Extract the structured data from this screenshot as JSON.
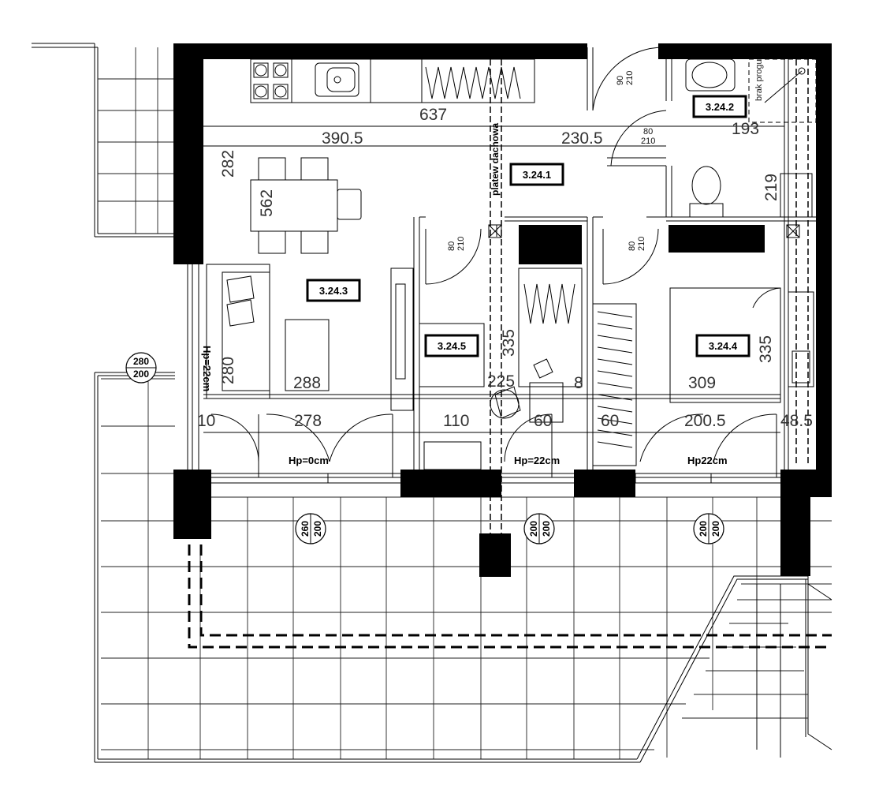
{
  "rooms": {
    "r1": "3.24.1",
    "r2": "3.24.2",
    "r3": "3.24.3",
    "r4": "3.24.4",
    "r5": "3.24.5"
  },
  "dims": {
    "d637": "637",
    "d390": "390.5",
    "d230": "230.5",
    "d193": "193",
    "d282": "282",
    "d562": "562",
    "d219": "219",
    "d280": "280",
    "d288": "288",
    "d335a": "335",
    "d335b": "335",
    "d309": "309",
    "d10": "10",
    "d278": "278",
    "d110": "110",
    "d225": "225",
    "d60a": "60",
    "d8": "8",
    "d60b": "60",
    "d200": "200.5",
    "d48": "48.5"
  },
  "doors": {
    "top_w": "90",
    "top_h": "210",
    "bath_w": "80",
    "bath_h": "210",
    "r5_w": "80",
    "r5_h": "210",
    "r4_w": "80",
    "r4_h": "210"
  },
  "heights": {
    "hp_left": "Hp=0cm",
    "hp_mid": "Hp=22cm",
    "hp_right": "Hp22cm",
    "hp_side": "Hp=22cm"
  },
  "window_labels": {
    "w_left_top": "280",
    "w_left_bot": "200",
    "w1_top": "260",
    "w1_bot": "200",
    "w2_top": "200",
    "w2_bot": "200",
    "w3_top": "200",
    "w3_bot": "200"
  },
  "notes": {
    "platew": "platew dachowa",
    "brak_progu": "brak progu"
  }
}
